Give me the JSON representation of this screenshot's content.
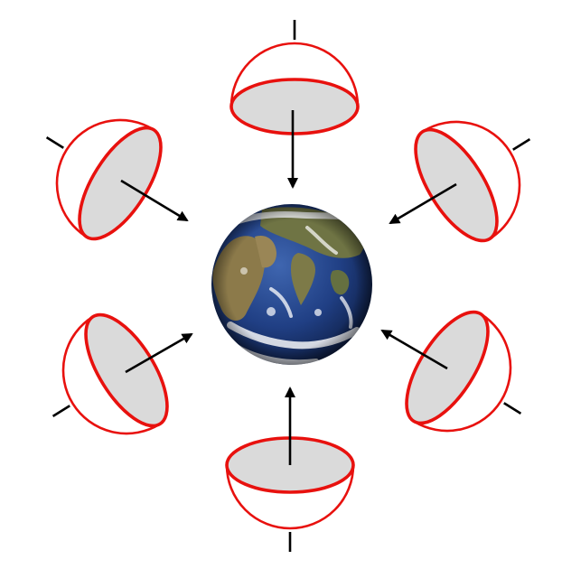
{
  "figure": {
    "description_free": true,
    "colors": {
      "hemisphere_outline": "#e8110e",
      "hemisphere_face": "#dadada",
      "arrow": "#000000",
      "ocean": "#1f3d7a",
      "land": "#8a7a4c",
      "cloud": "#ffffff"
    },
    "center_icon": "earth-globe",
    "hemisphere_count": 6,
    "arrow_direction": "toward-center"
  }
}
